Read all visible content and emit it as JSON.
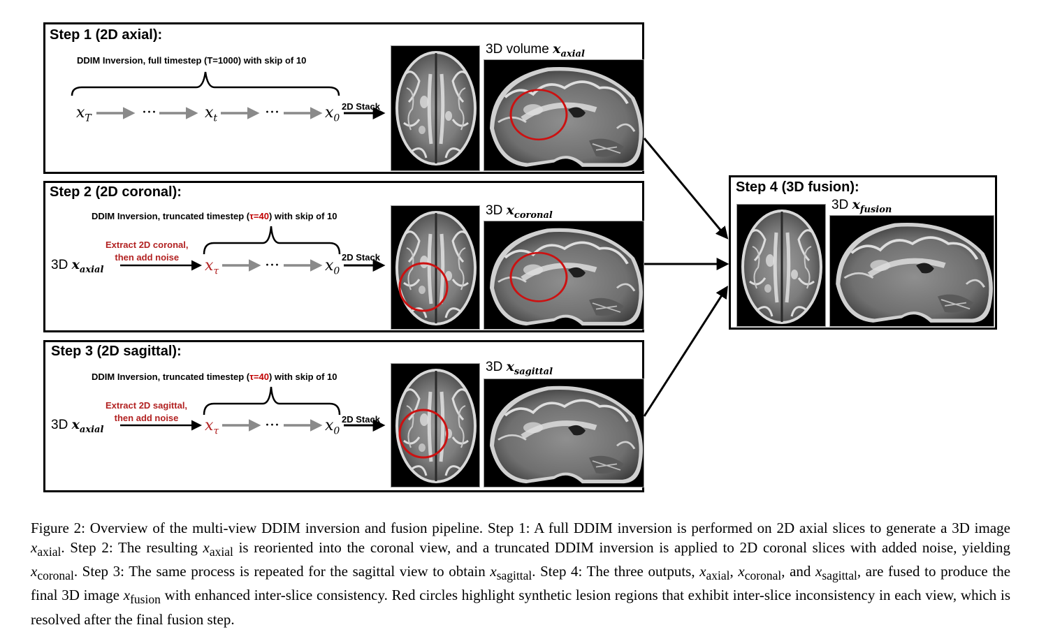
{
  "steps": [
    {
      "title": "Step 1 (2D axial):",
      "subtitle_pre": "DDIM Inversion, full timestep (T=1000) with skip of 10",
      "subtitle_tau": "",
      "subtitle_post": "",
      "stack_label": "2D Stack",
      "volume_prefix": "3D volume",
      "volume_var": "x",
      "volume_sub": "axial"
    },
    {
      "title": "Step 2 (2D coronal):",
      "subtitle_pre": "DDIM Inversion, truncated timestep (",
      "subtitle_tau": "τ=40",
      "subtitle_post": ") with skip of 10",
      "extract_line1": "Extract 2D coronal,",
      "extract_line2": "then add noise",
      "input_prefix": "3D",
      "input_var": "x",
      "input_sub": "axial",
      "stack_label": "2D Stack",
      "volume_prefix": "3D",
      "volume_var": "x",
      "volume_sub": "coronal"
    },
    {
      "title": "Step 3 (2D sagittal):",
      "subtitle_pre": "DDIM Inversion, truncated timestep (",
      "subtitle_tau": "τ=40",
      "subtitle_post": ") with skip of 10",
      "extract_line1": "Extract 2D sagittal,",
      "extract_line2": "then add noise",
      "input_prefix": "3D",
      "input_var": "x",
      "input_sub": "axial",
      "stack_label": "2D Stack",
      "volume_prefix": "3D",
      "volume_var": "x",
      "volume_sub": "sagittal"
    },
    {
      "title": "Step 4 (3D fusion):",
      "volume_prefix": "3D",
      "volume_var": "x",
      "volume_sub": "fusion"
    }
  ],
  "chain": {
    "xT": "x",
    "xT_sub": "T",
    "xt": "x",
    "xt_sub": "t",
    "x0": "x",
    "x0_sub": "0",
    "xtau": "x",
    "xtau_sub": "τ",
    "dots": "···"
  },
  "caption": {
    "p1": "Figure 2: Overview of the multi-view DDIM inversion and fusion pipeline. Step 1: A full DDIM inversion is performed on 2D axial slices to generate a 3D image ",
    "v1": "x",
    "s1": "axial",
    "p2": ". Step 2: The resulting ",
    "v2": "x",
    "s2": "axial",
    "p3": " is reoriented into the coronal view, and a truncated DDIM inversion is applied to 2D coronal slices with added noise, yielding ",
    "v3": "x",
    "s3": "coronal",
    "p4": ". Step 3: The same process is repeated for the sagittal view to obtain ",
    "v4": "x",
    "s4": "sagittal",
    "p5": ". Step 4: The three outputs, ",
    "v5": "x",
    "s5": "axial",
    "p6": ", ",
    "v6": "x",
    "s6": "coronal",
    "p7": ", and ",
    "v7": "x",
    "s7": "sagittal",
    "p8": ", are fused to produce the final 3D image ",
    "v8": "x",
    "s8": "fusion",
    "p9": " with enhanced inter-slice consistency. Red circles highlight synthetic lesion regions that exhibit inter-slice inconsistency in each view, which is resolved after the final fusion step."
  },
  "colors": {
    "chain_arrow": "#8a8a8a",
    "highlight_circle": "#cc1111",
    "tau_red": "#c00000"
  }
}
